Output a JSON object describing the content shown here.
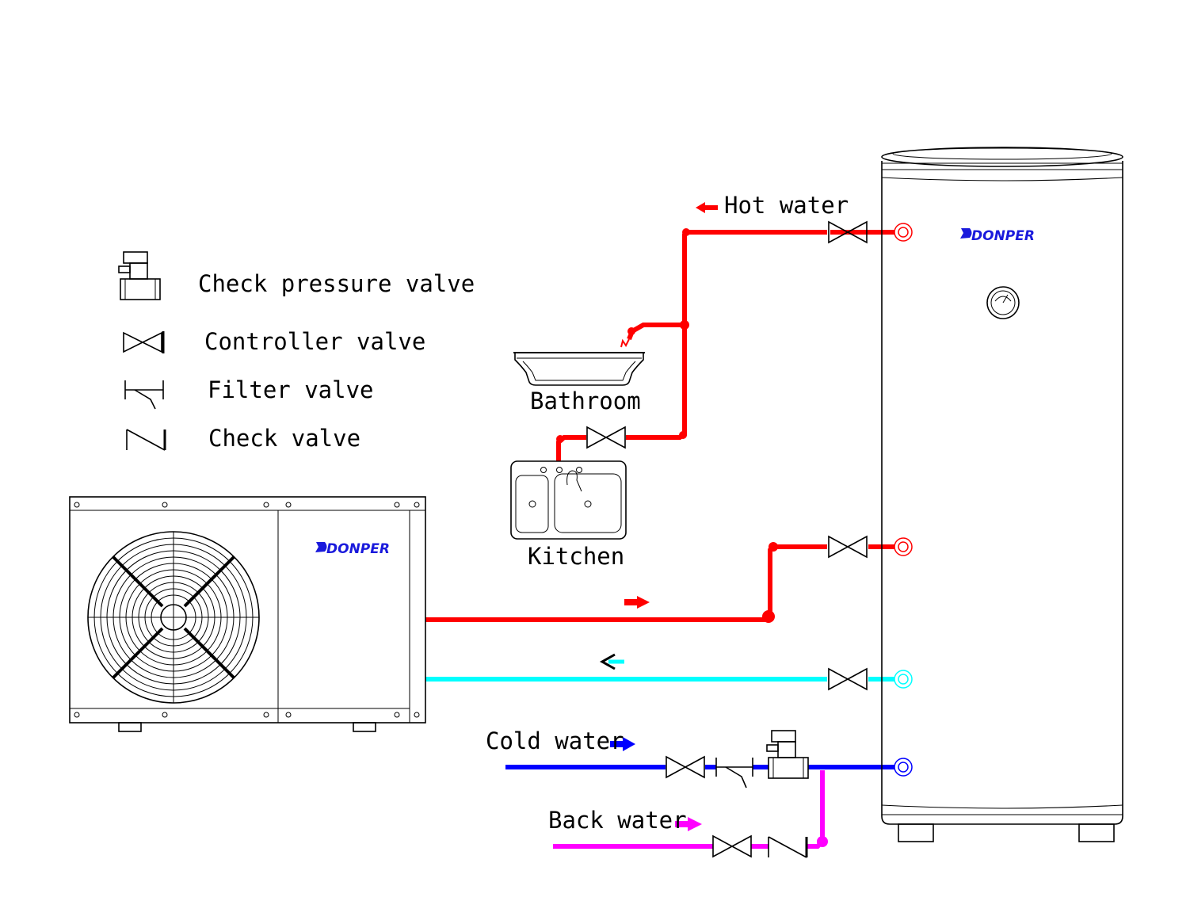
{
  "legend": {
    "check_pressure_valve": "Check pressure valve",
    "controller_valve": "Controller valve",
    "filter_valve": "Filter valve",
    "check_valve": "Check valve"
  },
  "labels": {
    "hot_water": "Hot water",
    "bathroom": "Bathroom",
    "kitchen": "Kitchen",
    "cold_water": "Cold water",
    "back_water": "Back water"
  },
  "brand": {
    "tank_logo": "DONPER",
    "unit_logo": "DONPER",
    "color": "#1a1adc"
  },
  "colors": {
    "hot": "#ff0000",
    "return": "#00ffff",
    "cold": "#0000ff",
    "back": "#ff00ff"
  }
}
